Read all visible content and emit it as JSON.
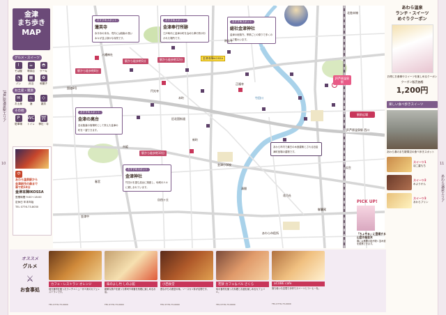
{
  "page": {
    "left_page_number": "10",
    "right_page_number": "11",
    "left_gutter_text": "JR芦原温泉駅エリア",
    "right_gutter_text": "あわら温泉エリア"
  },
  "title": {
    "line1": "金津",
    "line2": "まち歩き",
    "line3": "MAP"
  },
  "legend": {
    "section1_label": "グルメ・スイーツ",
    "section1_items": [
      {
        "icon": "soba-icon",
        "glyph": "⌇",
        "label": "そば屋"
      },
      {
        "icon": "cafe-icon",
        "glyph": "☕",
        "label": "喫茶店"
      },
      {
        "icon": "cake-icon",
        "glyph": "◓",
        "label": "ケーキ"
      },
      {
        "icon": "pan-icon",
        "glyph": "◔",
        "label": "パン"
      },
      {
        "icon": "bento-icon",
        "glyph": "▦",
        "label": "弁当"
      },
      {
        "icon": "sweets-icon",
        "glyph": "✿",
        "label": "和菓子"
      }
    ],
    "section2_label": "お土産・雑貨",
    "section2_items": [
      {
        "icon": "gift-icon",
        "glyph": "✉",
        "label": "お土産"
      },
      {
        "icon": "sake-icon",
        "glyph": "♨",
        "label": "酒"
      },
      {
        "icon": "goods-icon",
        "glyph": "◇",
        "label": "雑貨"
      }
    ],
    "section3_label": "その他",
    "section3_items": [
      {
        "icon": "parking-icon",
        "glyph": "P",
        "label": "駐車場"
      },
      {
        "icon": "toilet-icon",
        "glyph": "WC",
        "label": "トイレ"
      },
      {
        "icon": "shrine-icon",
        "glyph": "⛩",
        "label": "神社・寺"
      }
    ]
  },
  "hotel": {
    "logo": "ホ",
    "promo_line1": "あわら温泉駅から",
    "promo_line2": "金津創作の森まで",
    "promo_line3": "車で約10分",
    "name": "金津本陣IKOSSA",
    "detail1": "営業時間 9:00〜18:00",
    "detail2": "定休日 年末年始",
    "detail3": "TEL 0776-73-8030"
  },
  "map": {
    "callouts": [
      {
        "tag": "おすすめスポット",
        "name": "蓮英寺",
        "desc": "永平寺の末寺。境内には樹齢の長い木々が並ぶ静かな寺院です。"
      },
      {
        "tag": "おすすめスポット",
        "name": "金津奉行所跡",
        "desc": "江戸時代に金津の町を治めた奉行所がおかれた場所です。"
      },
      {
        "tag": "おすすめスポット",
        "name": "総社金津神社",
        "desc": "金津の総鎮守。季節ごとの祭りで多くの人で賑わいます。"
      },
      {
        "tag": "おすすめスポット",
        "name": "金津の高台",
        "desc": "旧北陸道の宿場町として栄えた金津の町を一望できます。"
      },
      {
        "tag": "おすすめスポット",
        "name": "金津神社",
        "desc": "竹田川を望む高台に鎮座し、地域の人々に親しまれています。"
      }
    ],
    "distances": [
      "駅から徒歩約5分",
      "駅から徒歩約8分",
      "駅から徒歩約10分",
      "駅から徒歩約12分"
    ],
    "kiosk": "金津本陣IKOSSA",
    "station_sign_a": "JR芦原温泉駅",
    "station_sign_b": "駅前広場",
    "station_label": "JR芦原温泉駅 西口",
    "info_box": "あわら市内で最古の木造建築とされる旧金津町役場の建物です。",
    "river_label": "竹田川",
    "road_labels": [
      "国道8号",
      "北陸本線",
      "旧北国街道",
      "金津小学校",
      "あわら市役所"
    ],
    "place_labels": [
      "八幡神社",
      "金津中",
      "円光寺",
      "正福寺",
      "称念寺",
      "本町",
      "新町",
      "自由ヶ丘",
      "花乃杜",
      "市姫",
      "春宮",
      "御簾尾",
      "清間",
      "瓜生"
    ]
  },
  "right_panel": {
    "coupon_head1": "あわら温泉",
    "coupon_head2": "ランチ・スイーツ",
    "coupon_head3": "めぐりクーポン",
    "coupon_desc": "お得にお食事やスイーツを楽しめるクーポン",
    "coupon_price_label": "クーポン販売価格",
    "coupon_price": "1,200円",
    "stroll_head": "楽しい食べ歩きスイーツ",
    "stroll_caption": "あわら湯のまち駅周辺の食べ歩きスポット",
    "sweets": [
      {
        "name": "スイーツ1",
        "desc": "羽二重もち"
      },
      {
        "name": "スイーツ2",
        "desc": "水ようかん"
      },
      {
        "name": "スイーツ3",
        "desc": "あわらプリン"
      }
    ]
  },
  "pickup": {
    "title": "PICK UP!",
    "subtitle": "「ちょやぁ」に登場する山室の桜並木",
    "desc": "春には満開の桜が続く並木道を散策できます。"
  },
  "gourmet": {
    "title_en": "オススメ",
    "title_jp": "グルメ",
    "title_jp2": "お食事処",
    "cards": [
      {
        "name": "カフェ・レストラン オレンジ",
        "desc": "地元食材を使ったランチメニューが人気のカフェレストランです。",
        "meta": "TEL 0776-73-0000"
      },
      {
        "name": "味のよし竹 しのぶ館",
        "desc": "新鮮な魚介を使った寿司や和食を気軽に楽しめるお店。",
        "meta": "TEL 0776-73-0000"
      },
      {
        "name": "小西食堂",
        "desc": "昔ながらの食堂の味。ソースカツ丼が名物です。",
        "meta": "TEL 0776-73-0000"
      },
      {
        "name": "若狭 カフェ＆バル さくら",
        "desc": "旬の食材を使った料理とお酒を楽しめるカフェバル。",
        "meta": "TEL 0776-73-0000"
      },
      {
        "name": "aCUBE cafe",
        "desc": "落ち着いた空間で手作りスイーツとコーヒーを。",
        "meta": "TEL 0776-73-0000"
      }
    ]
  }
}
